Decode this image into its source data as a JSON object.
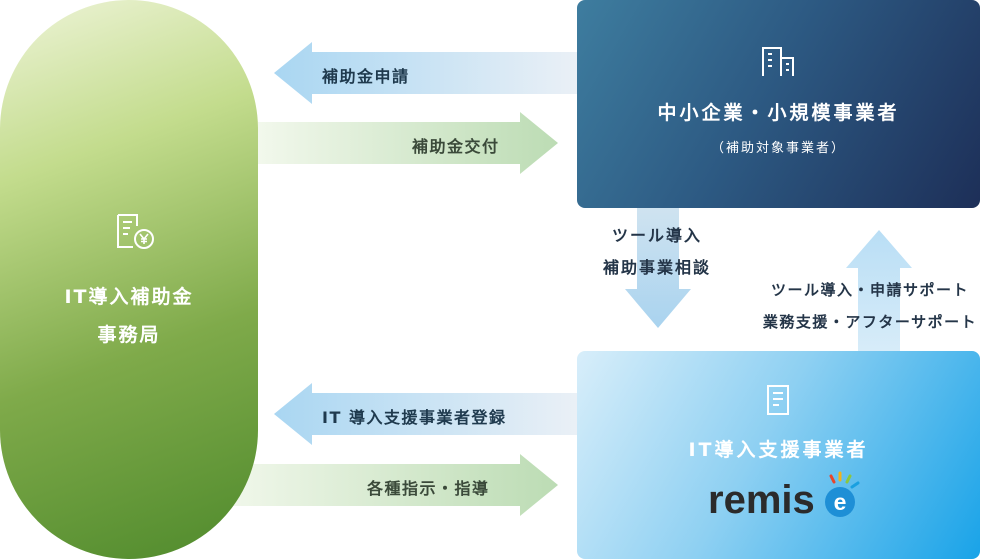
{
  "office": {
    "line1": "IT導入補助金",
    "line2": "事務局"
  },
  "sme": {
    "title": "中小企業・小規模事業者",
    "subtitle": "（補助対象事業者）"
  },
  "vendor": {
    "title": "IT導入支援事業者",
    "logo_text": "remis",
    "logo_letter": "e"
  },
  "arrows": {
    "subsidy_application": "補助金申請",
    "subsidy_grant": "補助金交付",
    "vendor_registration": "IT 導入支援事業者登録",
    "instructions": "各種指示・指導",
    "consult_line1": "ツール導入",
    "consult_line2": "補助事業相談",
    "support_line1": "ツール導入・申請サポート",
    "support_line2": "業務支援・アフターサポート"
  },
  "colors": {
    "office_green": "#6a9c3c",
    "sme_navy": "#24416b",
    "vendor_blue": "#19a3e8",
    "arrow_blue": "#b7dcf3",
    "arrow_green": "#cfe5c2"
  },
  "icons": [
    "document-icon",
    "document-yen-icon",
    "building-icon",
    "remise-logo"
  ]
}
